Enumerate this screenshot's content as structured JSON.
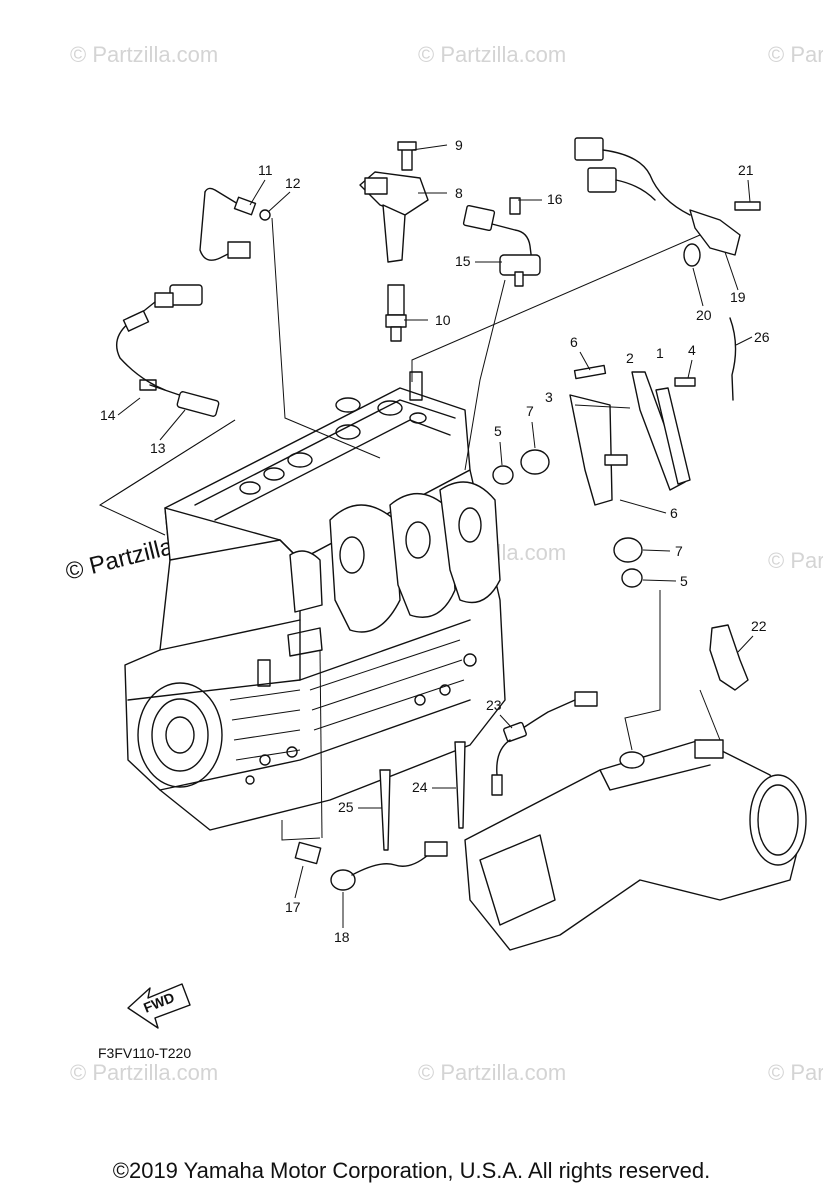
{
  "watermark": {
    "text": "© Partzilla.com"
  },
  "diagram_code": "F3FV110-T220",
  "fwd_label": "FWD",
  "copyright": "©2019  Yamaha Motor Corporation, U.S.A. All rights reserved.",
  "callouts": {
    "c1": "1",
    "c2": "2",
    "c3": "3",
    "c4": "4",
    "c5a": "5",
    "c5b": "5",
    "c6a": "6",
    "c6b": "6",
    "c7a": "7",
    "c7b": "7",
    "c8": "8",
    "c9": "9",
    "c10": "10",
    "c11": "11",
    "c12": "12",
    "c13": "13",
    "c14": "14",
    "c15": "15",
    "c16": "16",
    "c17": "17",
    "c18": "18",
    "c19": "19",
    "c20": "20",
    "c21": "21",
    "c22": "22",
    "c23": "23",
    "c24": "24",
    "c25": "25",
    "c26": "26"
  },
  "colors": {
    "line": "#111111",
    "watermark": "#d4d4d4",
    "background": "#ffffff"
  }
}
